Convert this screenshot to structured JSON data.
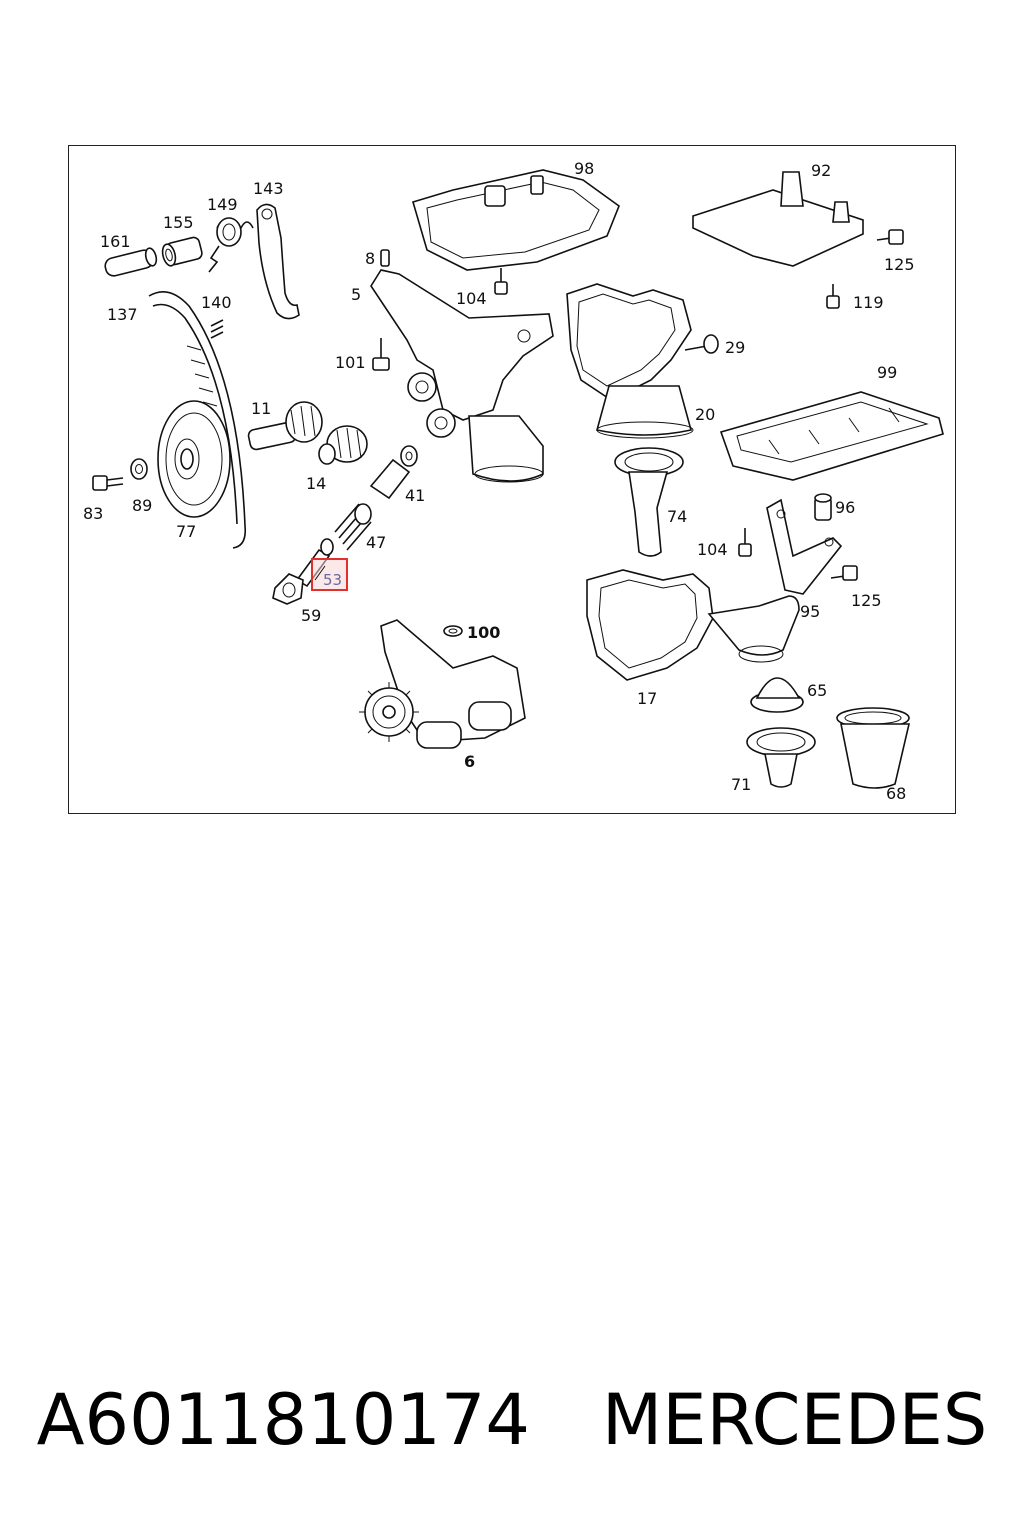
{
  "diagram": {
    "highlighted_part": "53",
    "part_labels": {
      "p161": "161",
      "p155": "155",
      "p149": "149",
      "p143": "143",
      "p137": "137",
      "p140": "140",
      "p8": "8",
      "p5": "5",
      "p98": "98",
      "p92": "92",
      "p125a": "125",
      "p104a": "104",
      "p119": "119",
      "p101": "101",
      "p29": "29",
      "p11": "11",
      "p14": "14",
      "p83": "83",
      "p89": "89",
      "p77": "77",
      "p41": "41",
      "p47": "47",
      "p53": "53",
      "p59": "59",
      "p20": "20",
      "p99": "99",
      "p74": "74",
      "p96": "96",
      "p104b": "104",
      "p95": "95",
      "p125b": "125",
      "p100": "100",
      "p6": "6",
      "p17": "17",
      "p65": "65",
      "p71": "71",
      "p68": "68"
    }
  },
  "caption": {
    "part_number": "A6011810174",
    "brand": "MERCEDES"
  },
  "colors": {
    "highlight_border": "#e0312e",
    "highlight_fill": "#f7d6d6",
    "highlight_text": "#6a6aa0"
  }
}
